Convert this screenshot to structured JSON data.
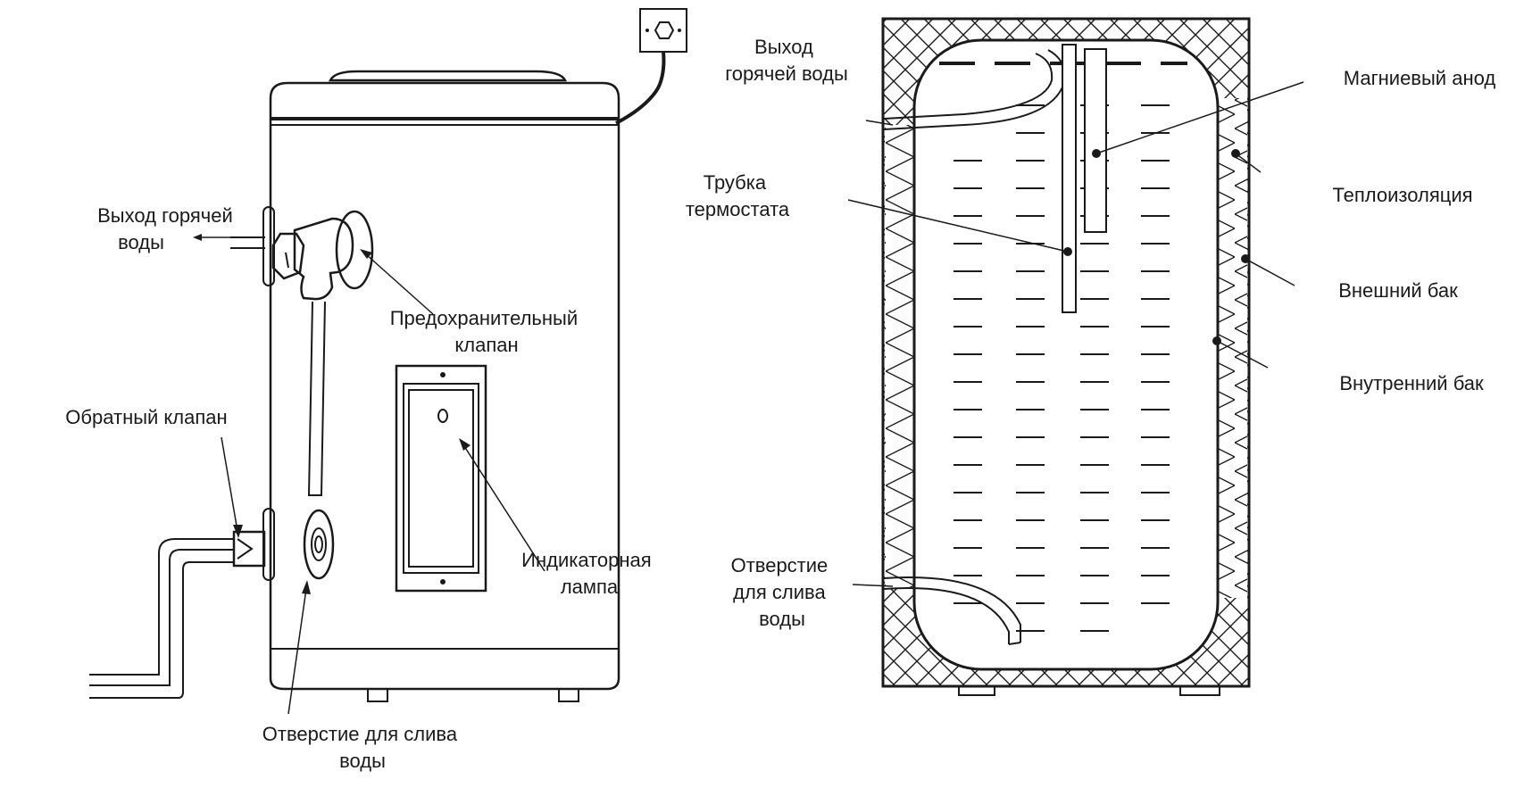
{
  "left_diagram": {
    "hot_water_outlet": [
      "Выход горячей",
      "воды"
    ],
    "safety_valve": [
      "Предохранительный",
      "клапан"
    ],
    "check_valve": [
      "Обратный клапан"
    ],
    "indicator_lamp": [
      "Индикаторная",
      "лампа"
    ],
    "drain_hole": [
      "Отверстие для слива",
      "воды"
    ]
  },
  "right_diagram": {
    "hot_water_outlet": [
      "Выход",
      "горячей воды"
    ],
    "thermostat_tube": [
      "Трубка",
      "термостата"
    ],
    "drain_hole": [
      "Отверстие",
      "для слива",
      "воды"
    ],
    "magnesium_anode": [
      "Магниевый анод"
    ],
    "insulation": [
      "Теплоизоляция"
    ],
    "outer_tank": [
      "Внешний бак"
    ],
    "inner_tank": [
      "Внутренний бак"
    ]
  },
  "colors": {
    "line": "#1a1a1a",
    "water_dash": "#1a1a1a",
    "background": "#ffffff"
  }
}
